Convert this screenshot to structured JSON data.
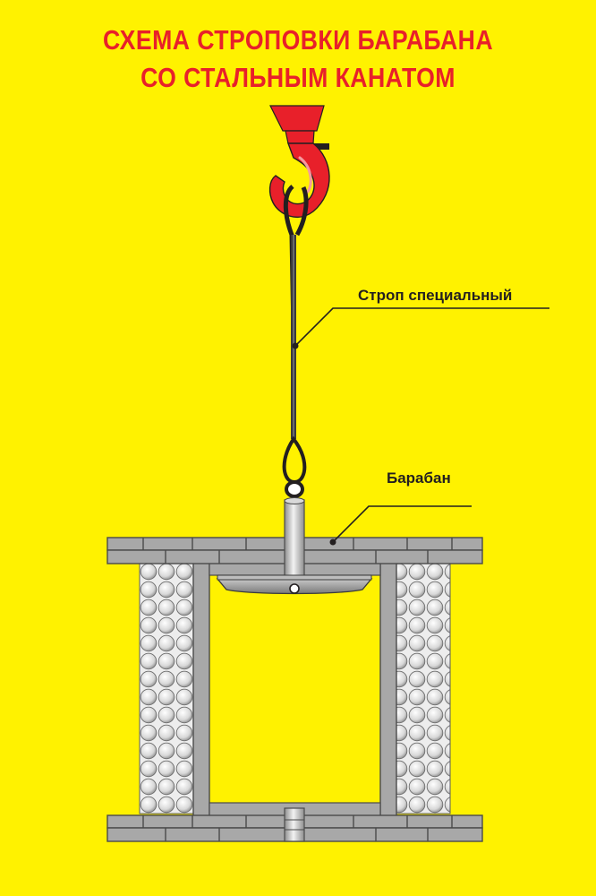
{
  "title": {
    "line1": "СХЕМА СТРОПОВКИ БАРАБАНА",
    "line2": "СО СТАЛЬНЫМ КАНАТОМ"
  },
  "labels": {
    "sling": "Строп специальный",
    "drum": "Барабан"
  },
  "colors": {
    "background": "#FFF200",
    "title": "#E8202A",
    "hook": "#E8202A",
    "steel": "#8C8C8C",
    "rope": "#3A3A3A"
  },
  "icons": {
    "hook": "crane-hook-icon",
    "drum": "cable-drum-icon"
  }
}
